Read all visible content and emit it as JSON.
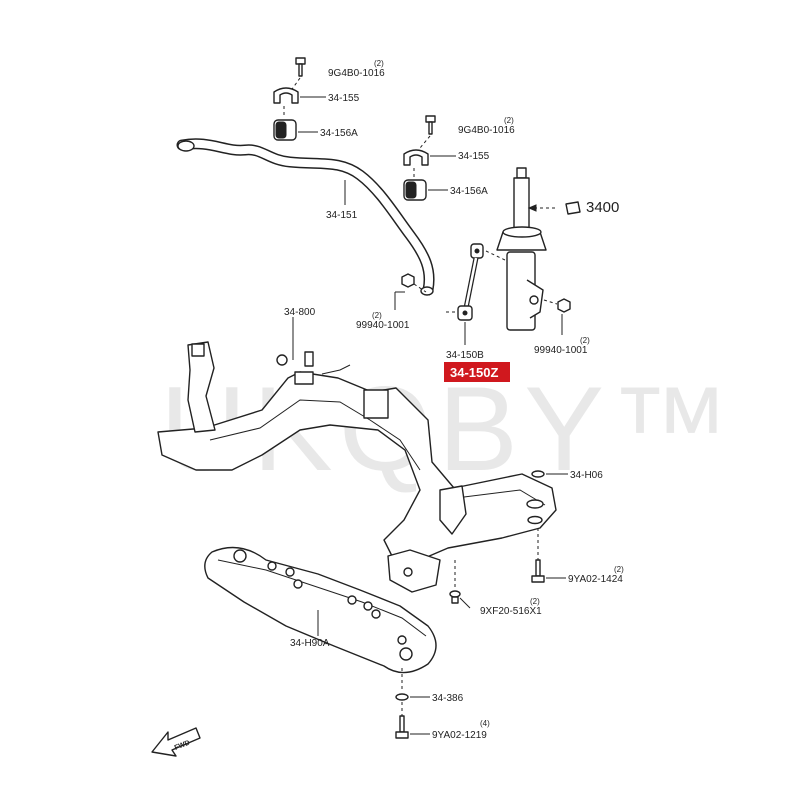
{
  "watermark": "UKQBY™",
  "fwd_label": "FWD",
  "labels": [
    {
      "code": "9G4B0-1016",
      "qty": "(2)"
    },
    {
      "code": "34-155"
    },
    {
      "code": "34-156A"
    },
    {
      "code": "9G4B0-1016",
      "qty": "(2)"
    },
    {
      "code": "34-155"
    },
    {
      "code": "34-156A"
    },
    {
      "code": "34-151"
    },
    {
      "code": "3400"
    },
    {
      "code": "99940-1001",
      "qty": "(2)"
    },
    {
      "code": "34-150B"
    },
    {
      "code": "99940-1001",
      "qty": "(2)"
    },
    {
      "code": "34-800"
    },
    {
      "code": "34-H06"
    },
    {
      "code": "9YA02-1424",
      "qty": "(2)"
    },
    {
      "code": "9XF20-516X1",
      "qty": "(2)"
    },
    {
      "code": "34-H90A"
    },
    {
      "code": "34-386"
    },
    {
      "code": "9YA02-1219",
      "qty": "(4)"
    }
  ],
  "highlight": {
    "code": "34-150Z",
    "color": "#d0181e"
  }
}
